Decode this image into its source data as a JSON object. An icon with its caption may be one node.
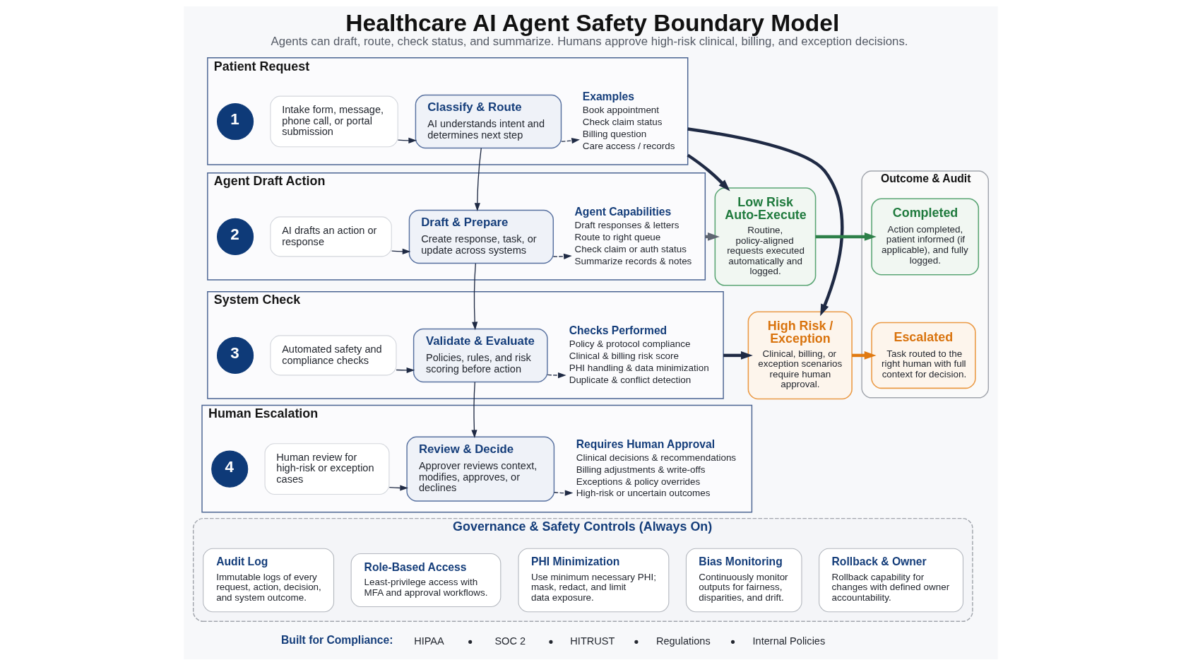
{
  "diagram": {
    "title": "Healthcare AI Agent Safety Boundary Model",
    "caption": "Agents can draft, route, check status, and summarize. Humans approve high-risk clinical, billing, and exception decisions.",
    "nodes": [
      {
        "text": [
          "Patient Request"
        ]
      },
      {
        "text": [
          "1"
        ],
        "in": 0
      },
      {
        "text": [
          "Intake form, message, phone call, or portal submission"
        ],
        "in": 0
      },
      {
        "text": [
          "Classify & Route",
          "AI understands intent and determines next step"
        ],
        "in": 0
      },
      {
        "text": [
          "Examples",
          "Book appointment",
          "Check claim status",
          "Billing question",
          "Care access / records"
        ],
        "in": 0
      },
      {
        "text": [
          "Agent Draft Action"
        ]
      },
      {
        "text": [
          "2"
        ],
        "in": 5
      },
      {
        "text": [
          "AI drafts an action or response"
        ],
        "in": 5
      },
      {
        "text": [
          "Draft & Prepare",
          "Create response, task, or update across systems"
        ],
        "in": 5
      },
      {
        "text": [
          "Agent Capabilities",
          "Draft responses & letters",
          "Route to right queue",
          "Check claim or auth status",
          "Summarize records & notes"
        ],
        "in": 5
      },
      {
        "text": [
          "System Check"
        ]
      },
      {
        "text": [
          "3"
        ],
        "in": 10
      },
      {
        "text": [
          "Automated safety and compliance checks"
        ],
        "in": 10
      },
      {
        "text": [
          "Validate & Evaluate",
          "Policies, rules, and risk scoring before action"
        ],
        "in": 10
      },
      {
        "text": [
          "Checks Performed",
          "Policy & protocol compliance",
          "Clinical & billing risk score",
          "PHI handling & data minimization",
          "Duplicate & conflict detection"
        ],
        "in": 10
      },
      {
        "text": [
          "Human Escalation"
        ]
      },
      {
        "text": [
          "4"
        ],
        "in": 15
      },
      {
        "text": [
          "Human review for high-risk or exception cases"
        ],
        "in": 15
      },
      {
        "text": [
          "Review & Decide",
          "Approver reviews context, modifies, approves, or declines"
        ],
        "in": 15
      },
      {
        "text": [
          "Requires Human Approval",
          "Clinical decisions & recommendations",
          "Billing adjustments & write-offs",
          "Exceptions & policy overrides",
          "High-risk or uncertain outcomes"
        ],
        "in": 15
      },
      {
        "text": [
          "Low Risk Auto-Execute",
          "Routine, policy-aligned requests executed automatically and logged."
        ]
      },
      {
        "text": [
          "High Risk / Exception",
          "Clinical, billing, or exception scenarios require human approval."
        ]
      },
      {
        "text": [
          "Outcome & Audit"
        ]
      },
      {
        "text": [
          "Completed",
          "Action completed, patient informed (if applicable), and fully logged."
        ],
        "in": 22
      },
      {
        "text": [
          "Escalated",
          "Task routed to the right human with full context for decision."
        ],
        "in": 22
      },
      {
        "text": [
          "Governance & Safety Controls (Always On)"
        ]
      },
      {
        "text": [
          "Audit Log",
          "Immutable logs of every request, action, decision, and system outcome."
        ],
        "in": 25
      },
      {
        "text": [
          "Role-Based Access",
          "Least-privilege access with MFA and approval workflows."
        ],
        "in": 25
      },
      {
        "text": [
          "PHI Minimization",
          "Use minimum necessary PHI; mask, redact, and limit data exposure."
        ],
        "in": 25
      },
      {
        "text": [
          "Bias Monitoring",
          "Continuously monitor outputs for fairness, disparities, and drift."
        ],
        "in": 25
      },
      {
        "text": [
          "Rollback & Owner",
          "Rollback capability for changes with defined owner accountability."
        ],
        "in": 25
      }
    ],
    "edges": [
      {
        "from": 2,
        "to": 3,
        "arrow": "to"
      },
      {
        "from": 3,
        "to": 4,
        "arrow": "to",
        "style": "dashed"
      },
      {
        "from": 3,
        "to": 8,
        "arrow": "to"
      },
      {
        "from": 7,
        "to": 8,
        "arrow": "to"
      },
      {
        "from": 8,
        "to": 9,
        "arrow": "to",
        "style": "dashed"
      },
      {
        "from": 8,
        "to": 13,
        "arrow": "to"
      },
      {
        "from": 12,
        "to": 13,
        "arrow": "to"
      },
      {
        "from": 13,
        "to": 14,
        "arrow": "to",
        "style": "dashed"
      },
      {
        "from": 13,
        "to": 18,
        "arrow": "to"
      },
      {
        "from": 17,
        "to": 18,
        "arrow": "to"
      },
      {
        "from": 18,
        "to": 19,
        "arrow": "to",
        "style": "dashed"
      },
      {
        "from": 0,
        "to": 20,
        "arrow": "to",
        "style": "thick"
      },
      {
        "from": 0,
        "to": 21,
        "arrow": "to",
        "style": "thick"
      },
      {
        "from": 5,
        "to": 20,
        "arrow": "to",
        "style": "thick",
        "color": "#5f6672"
      },
      {
        "from": 10,
        "to": 21,
        "arrow": "to",
        "style": "thick"
      },
      {
        "from": 20,
        "to": 23,
        "arrow": "to",
        "style": "thick",
        "color": "#2e8049"
      },
      {
        "from": 21,
        "to": 24,
        "arrow": "to",
        "style": "thick",
        "color": "#e07a12"
      }
    ],
    "labels": [
      "Built for Compliance:",
      "HIPAA",
      "SOC 2",
      "HITRUST",
      "Regulations",
      "Internal Policies"
    ]
  }
}
